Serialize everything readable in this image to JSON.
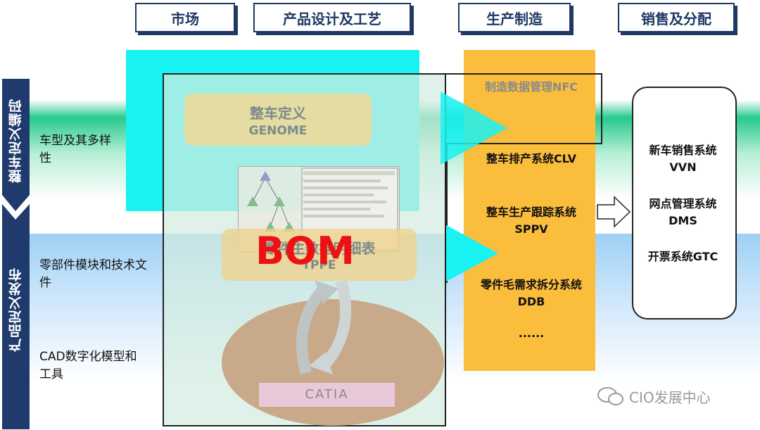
{
  "headers": [
    "市场",
    "产品设计及工艺",
    "生产制造",
    "销售及分配"
  ],
  "side_labels": {
    "vehicle_coding": "整车定义编码",
    "product_release": "产品定义发布"
  },
  "left_texts": {
    "vehicle_variety": "车型及其多样性",
    "parts_modules": "零部件模块和技术文件",
    "cad_models": "CAD数字化模型和工具"
  },
  "design": {
    "vehicle_def_title": "整车定义",
    "vehicle_def_sub": "GENOME",
    "parts_list_title": "零件主数据明细表",
    "parts_list_sub": "TPPE",
    "catia": "CATIA",
    "bom": "BOM"
  },
  "production": {
    "nfc": "制造数据管理NFC",
    "clv": "整车排产系统CLV",
    "sppv_title": "整车生产跟踪系统",
    "sppv_sub": "SPPV",
    "ddb_title": "零件毛需求拆分系统",
    "ddb_sub": "DDB",
    "more": "......"
  },
  "sales": {
    "vvn_title": "新车销售系统",
    "vvn_sub": "VVN",
    "dms_title": "网点管理系统",
    "dms_sub": "DMS",
    "gtc": "开票系统GTC"
  },
  "watermark": "CIO发展中心",
  "colors": {
    "navy": "#1f3864",
    "cyan": "#19f2f2",
    "orange": "#fbbd3c",
    "bom_red": "#ee1111",
    "green_band": "#27c98e",
    "blue_band": "#9ed0f5"
  }
}
